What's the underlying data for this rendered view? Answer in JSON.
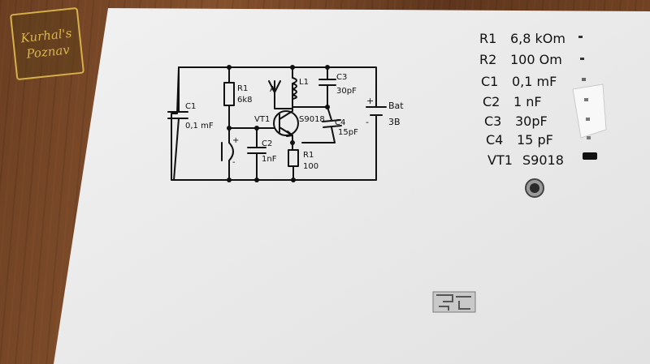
{
  "logo": {
    "line1": "Kurhal's",
    "line2": "Poznav"
  },
  "schematic": {
    "c1": {
      "name": "C1",
      "value": "0,1 mF"
    },
    "r1": {
      "name": "R1",
      "value": "6k8"
    },
    "antenna": {
      "name": "A"
    },
    "l1": {
      "name": "L1"
    },
    "c3": {
      "name": "C3",
      "value": "30pF"
    },
    "vt1": {
      "name": "VT1",
      "part": "S9018"
    },
    "c4": {
      "name": "C4",
      "value": "15pF"
    },
    "c2": {
      "name": "C2",
      "value": "1nF"
    },
    "r2": {
      "name": "R1",
      "value": "100"
    },
    "battery": {
      "name": "Bat",
      "value": "3B",
      "plus": "+",
      "minus": "-"
    },
    "mic": {
      "plus": "+",
      "minus": "-"
    }
  },
  "parts_list": [
    {
      "ref": "R1",
      "value": "6,8 kOm"
    },
    {
      "ref": "R2",
      "value": "100 Om"
    },
    {
      "ref": "C1",
      "value": "0,1 mF"
    },
    {
      "ref": "C2",
      "value": "1 nF"
    },
    {
      "ref": "C3",
      "value": "30pF"
    },
    {
      "ref": "C4",
      "value": "15 pF"
    },
    {
      "ref": "VT1",
      "value": "S9018"
    }
  ],
  "colors": {
    "wood": "#6b3e22",
    "paper": "#ececec",
    "ink": "#111111",
    "logo": "#d7b04a"
  }
}
